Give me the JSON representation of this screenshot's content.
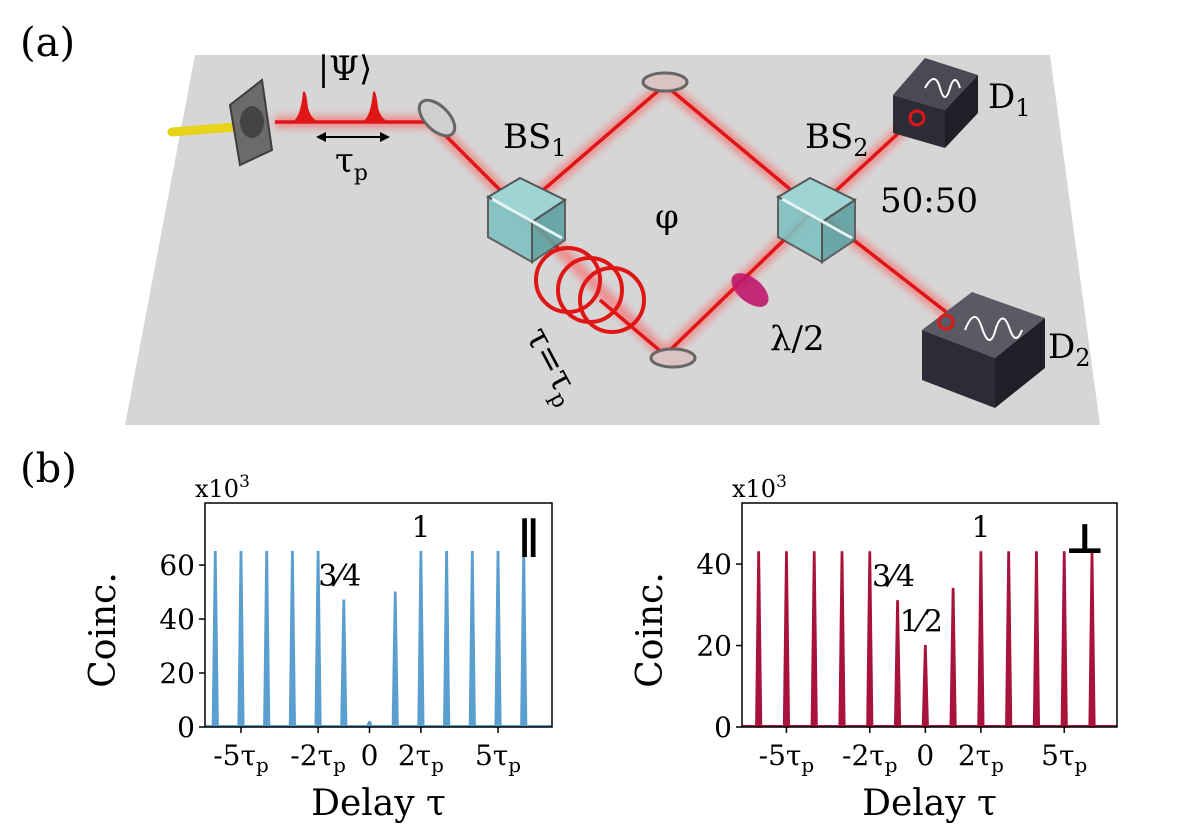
{
  "panel_a": {
    "label": "(a)",
    "state": "|Ψ⟩",
    "pulse_sep_base": "τ",
    "pulse_sep_sub": "p",
    "bs1_base": "BS",
    "bs1_sub": "1",
    "bs2_base": "BS",
    "bs2_sub": "2",
    "phase": "φ",
    "ratio": "50:50",
    "waveplate": "λ/2",
    "delay_text": "τ=τ",
    "delay_sub": "p",
    "d1_base": "D",
    "d1_sub": "1",
    "d2_base": "D",
    "d2_sub": "2",
    "colors": {
      "table": "#d6d6d6",
      "laser": "#e01515",
      "fiber": "#e6d31a",
      "detector": "#2c2c36",
      "waveplate": "#c0176a",
      "bs_glass": "#7fc2c2"
    }
  },
  "panel_b": {
    "label": "(b)",
    "chart_data": [
      {
        "type": "line",
        "sym": "∥",
        "color": "#5b9ed0",
        "multiplier_base": "x10",
        "multiplier_exp": "3",
        "xlabel": "Delay τ",
        "ylabel": "Coinc.",
        "xlim": [
          -6.4,
          7.1
        ],
        "ylim": [
          0,
          83
        ],
        "yticks": [
          "0",
          "20",
          "40",
          "60"
        ],
        "x": [
          -6,
          -5,
          -4,
          -3,
          -2,
          -1,
          0,
          1,
          2,
          3,
          4,
          5,
          6
        ],
        "values": [
          65,
          65,
          65,
          65,
          65,
          47,
          2,
          50,
          65,
          65,
          65,
          65,
          65
        ],
        "xtick_labels": [
          {
            "x": -5,
            "base": "-5τ",
            "sub": "p"
          },
          {
            "x": -2,
            "base": "-2τ",
            "sub": "p"
          },
          {
            "x": 0,
            "base": "0",
            "sub": ""
          },
          {
            "x": 2,
            "base": "2τ",
            "sub": "p"
          },
          {
            "x": 5,
            "base": "5τ",
            "sub": "p"
          }
        ],
        "annotations": [
          {
            "text": "3⁄4",
            "x": -1,
            "y": 50
          },
          {
            "text": "1",
            "x": 2,
            "y": 68
          }
        ]
      },
      {
        "type": "line",
        "sym": "⊥",
        "color": "#a8123c",
        "multiplier_base": "x10",
        "multiplier_exp": "3",
        "xlabel": "Delay τ",
        "ylabel": "Coinc.",
        "xlim": [
          -6.6,
          6.9
        ],
        "ylim": [
          0,
          55
        ],
        "yticks": [
          "0",
          "20",
          "40"
        ],
        "x": [
          -6,
          -5,
          -4,
          -3,
          -2,
          -1,
          0,
          1,
          2,
          3,
          4,
          5,
          6
        ],
        "values": [
          43,
          43,
          43,
          43,
          43,
          31,
          20,
          34,
          43,
          43,
          43,
          43,
          43
        ],
        "xtick_labels": [
          {
            "x": -5,
            "base": "-5τ",
            "sub": "p"
          },
          {
            "x": -2,
            "base": "-2τ",
            "sub": "p"
          },
          {
            "x": 0,
            "base": "0",
            "sub": ""
          },
          {
            "x": 2,
            "base": "2τ",
            "sub": "p"
          },
          {
            "x": 5,
            "base": "5τ",
            "sub": "p"
          }
        ],
        "annotations": [
          {
            "text": "3⁄4",
            "x": -1,
            "y": 33
          },
          {
            "text": "1⁄2",
            "x": 0,
            "y": 22
          },
          {
            "text": "1",
            "x": 2,
            "y": 45
          }
        ]
      }
    ]
  }
}
